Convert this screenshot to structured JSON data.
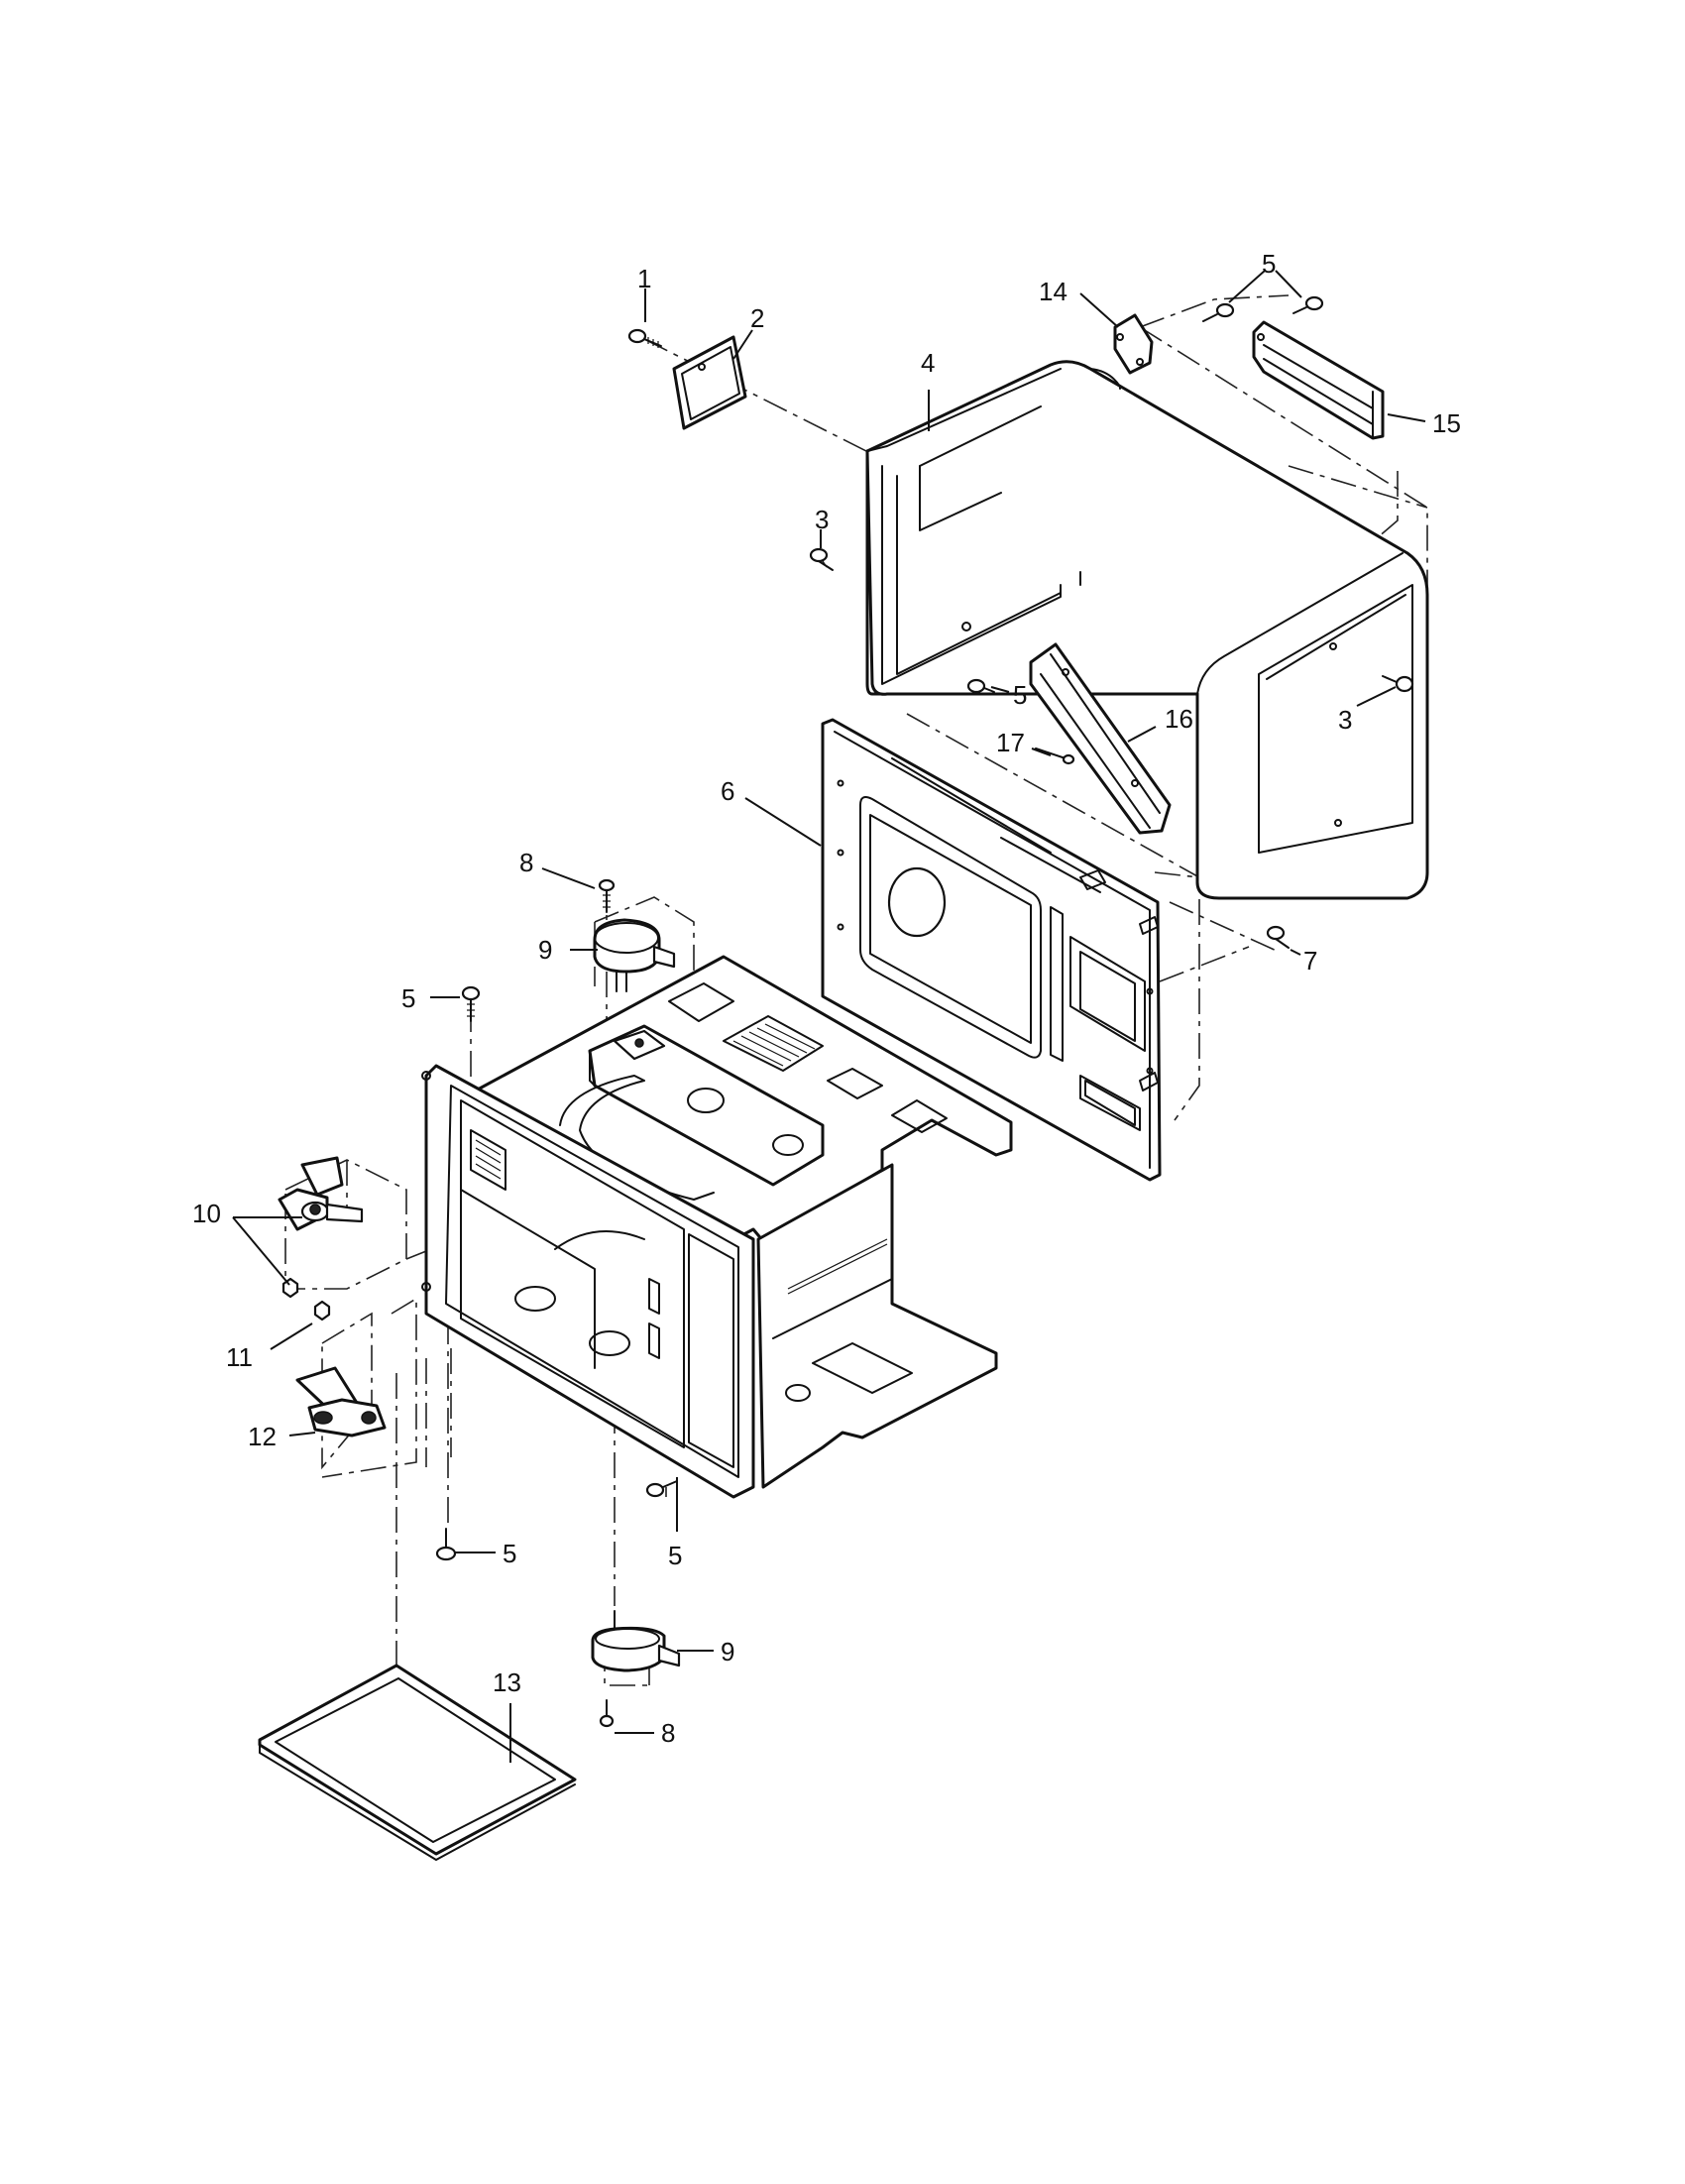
{
  "callouts": [
    {
      "id": "c1",
      "label": "1"
    },
    {
      "id": "c2",
      "label": "2"
    },
    {
      "id": "c3a",
      "label": "3"
    },
    {
      "id": "c3b",
      "label": "3"
    },
    {
      "id": "c4",
      "label": "4"
    },
    {
      "id": "c5a",
      "label": "5"
    },
    {
      "id": "c5b",
      "label": "5"
    },
    {
      "id": "c5c",
      "label": "5"
    },
    {
      "id": "c5d",
      "label": "5"
    },
    {
      "id": "c5e",
      "label": "5"
    },
    {
      "id": "c6",
      "label": "6"
    },
    {
      "id": "c7",
      "label": "7"
    },
    {
      "id": "c8a",
      "label": "8"
    },
    {
      "id": "c8b",
      "label": "8"
    },
    {
      "id": "c9a",
      "label": "9"
    },
    {
      "id": "c9b",
      "label": "9"
    },
    {
      "id": "c10",
      "label": "10"
    },
    {
      "id": "c11",
      "label": "11"
    },
    {
      "id": "c12",
      "label": "12"
    },
    {
      "id": "c13",
      "label": "13"
    },
    {
      "id": "c14",
      "label": "14"
    },
    {
      "id": "c15",
      "label": "15"
    },
    {
      "id": "c16",
      "label": "16"
    },
    {
      "id": "c17",
      "label": "17"
    }
  ]
}
